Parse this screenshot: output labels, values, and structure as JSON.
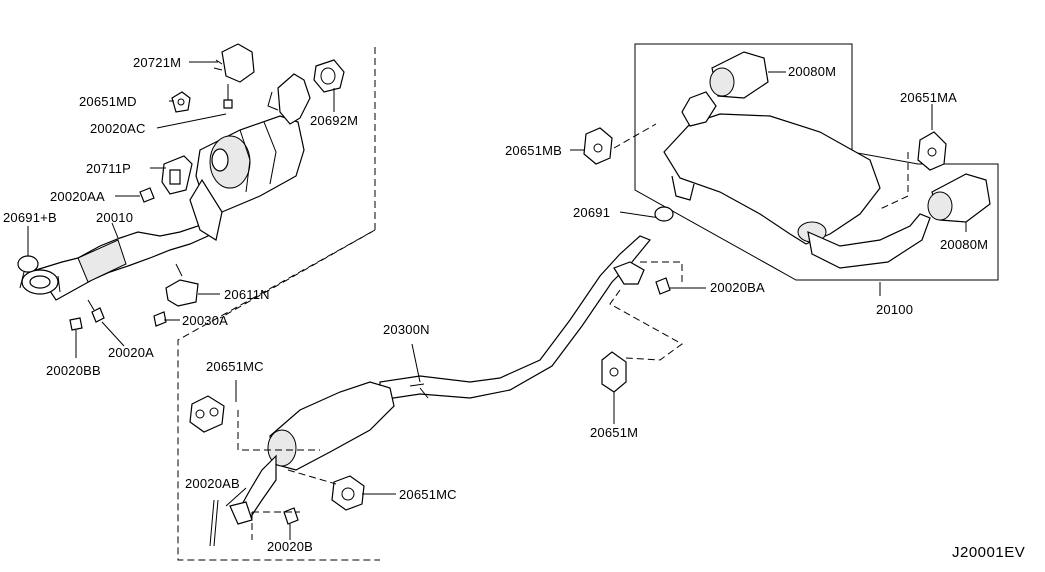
{
  "diagram_id": "J20001EV",
  "labels": {
    "p20721m": "20721M",
    "p20651md": "20651MD",
    "p20020ac": "20020AC",
    "p20692m": "20692M",
    "p20711p": "20711P",
    "p20020aa": "20020AA",
    "p20691b": "20691+B",
    "p20010": "20010",
    "p20611n": "20611N",
    "p20030a": "20030A",
    "p20020a": "20020A",
    "p20020bb": "20020BB",
    "p20080m_top": "20080M",
    "p20651ma": "20651MA",
    "p20651mb": "20651MB",
    "p20691": "20691",
    "p20080m_right": "20080M",
    "p20020ba": "20020BA",
    "p20100": "20100",
    "p20300n": "20300N",
    "p20651mc_left": "20651MC",
    "p20651m": "20651M",
    "p20020ab": "20020AB",
    "p20651mc_right": "20651MC",
    "p20020b": "20020B"
  }
}
